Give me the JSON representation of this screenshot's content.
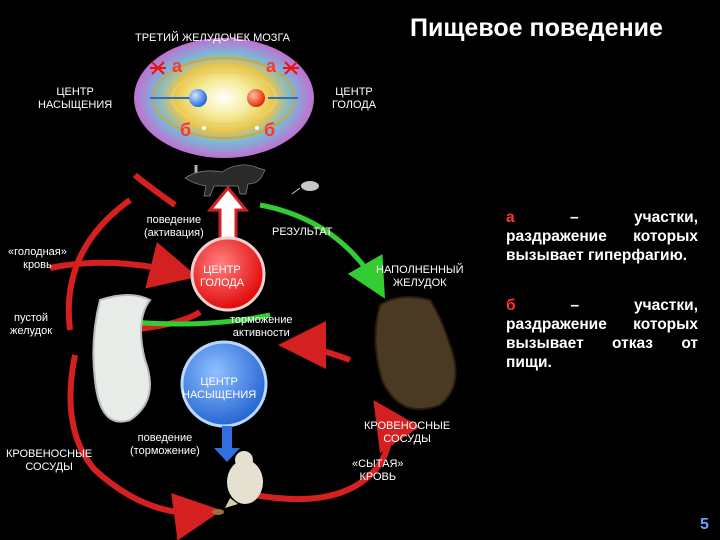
{
  "title": "Пищевое поведение",
  "brain_label": "ТРЕТИЙ ЖЕЛУДОЧЕК МОЗГА",
  "letter_a": "а",
  "letter_b": "б",
  "satiety_center_top": "ЦЕНТР\nНАСЫЩЕНИЯ",
  "hunger_center_top": "ЦЕНТР\nГОЛОДА",
  "behavior_activation": "поведение\n(активация)",
  "result": "РЕЗУЛЬТАТ",
  "hungry_blood": "«голодная»\nкровь",
  "hunger_center": "ЦЕНТР\nГОЛОДА",
  "full_stomach": "НАПОЛНЕННЫЙ\nЖЕЛУДОК",
  "empty_stomach": "пустой\nжелудок",
  "activity_inhibition": "торможение\nактивности",
  "satiety_center": "ЦЕНТР\nНАСЫЩЕНИЯ",
  "blood_vessels_left": "КРОВЕНОСНЫЕ\nСОСУДЫ",
  "behavior_inhibition": "поведение\n(торможение)",
  "blood_vessels_right": "КРОВЕНОСНЫЕ\nСОСУДЫ",
  "fed_blood": "«СЫТАЯ»\nКРОВЬ",
  "side_a_letter": "а",
  "side_a_text": " – участки, раздражение которых вызывает гиперфагию.",
  "side_b_letter": "б",
  "side_b_text": " – участки, раздражение которых вызывает отказ от пищи.",
  "page_number": "5",
  "colors": {
    "red_arrow": "#d42020",
    "green_arrow": "#33cc33",
    "hunger_circle": "#ee1111",
    "satiety_circle": "#2f6fe0"
  }
}
